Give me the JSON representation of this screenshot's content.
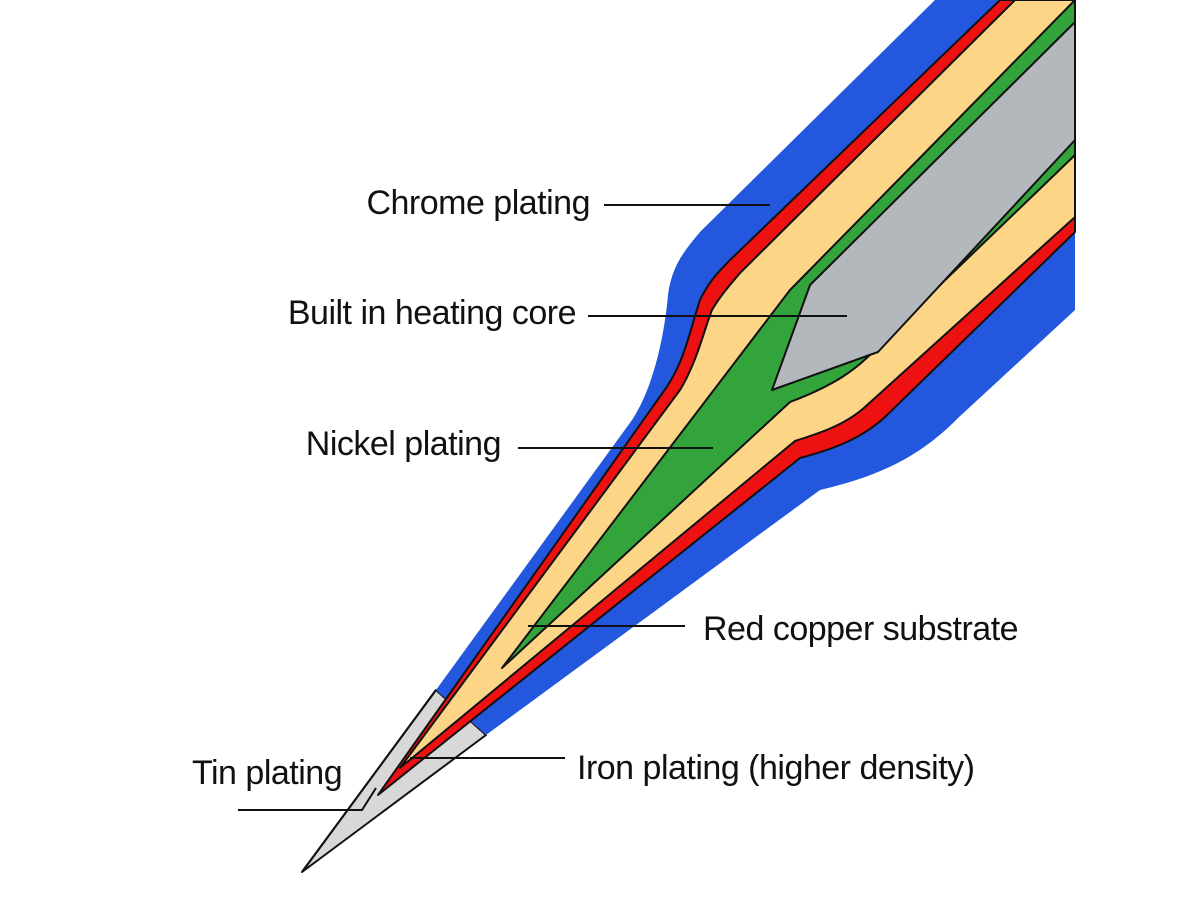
{
  "colors": {
    "chrome": "#2257de",
    "copper_red": "#ee1111",
    "iron": "#fdd586",
    "nickel": "#33a43c",
    "core": "#b3b8bd",
    "tin": "#d8d8d8",
    "outline": "#111111"
  },
  "labels": {
    "chrome_plating": "Chrome plating",
    "heating_core": "Built in heating core",
    "nickel_plating": "Nickel plating",
    "red_copper": "Red copper substrate",
    "tin_plating": "Tin plating",
    "iron_plating": "Iron plating (higher density)"
  }
}
